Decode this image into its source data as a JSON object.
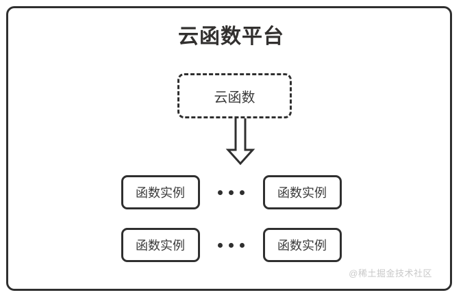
{
  "diagram": {
    "title": "云函数平台",
    "cloud_function": {
      "label": "云函数"
    },
    "arrow": {
      "name": "down-block-arrow"
    },
    "instance_rows": [
      {
        "left_label": "函数实例",
        "ellipsis": "•••",
        "right_label": "函数实例"
      },
      {
        "left_label": "函数实例",
        "ellipsis": "•••",
        "right_label": "函数实例"
      }
    ],
    "watermark": "@稀土掘金技术社区",
    "colors": {
      "stroke": "#2f2f2f",
      "title_text": "#32302f",
      "box_text": "#3a3a3a",
      "background": "#ffffff",
      "watermark_text": "#c9c9c9"
    }
  }
}
